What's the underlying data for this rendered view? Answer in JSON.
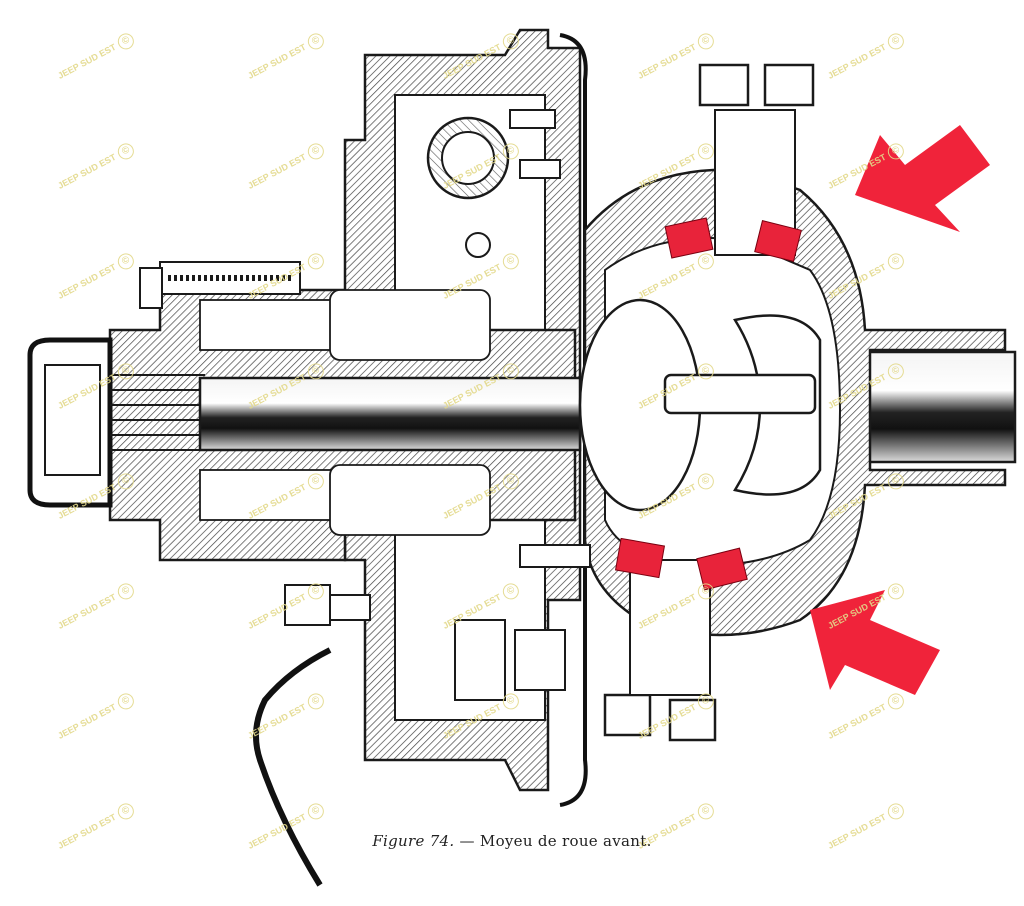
{
  "caption": {
    "figure": "Figure 74.",
    "separator": " — ",
    "title": "Moyeu de roue avant."
  },
  "watermark": {
    "text": "JEEP SUD EST",
    "symbol": "©",
    "color": "#e3d98a"
  },
  "colors": {
    "ink": "#1a1a1a",
    "hatch": "#555555",
    "arrow": "#f0233a",
    "bearing_highlight": "#e8233a"
  }
}
